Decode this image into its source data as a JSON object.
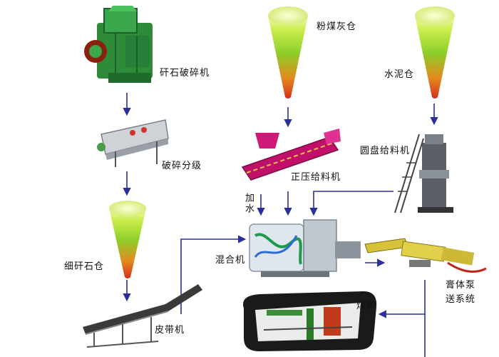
{
  "labels": {
    "crusher": "矸石破碎机",
    "screen": "破碎分级",
    "fine_silo": "细矸石仓",
    "belt": "皮带机",
    "flyash_silo": "粉煤灰仓",
    "cement_silo": "水泥仓",
    "screw_feeder": "正压给料机",
    "disc_feeder": "圆盘给料机",
    "add_water": "加水",
    "mixer": "混合机",
    "pump_line1": "膏体泵",
    "pump_line2": "送系统",
    "coal_mine": "煤矿"
  },
  "colors": {
    "arrow": "#2b2f9c",
    "silo_top": "#e9f59a",
    "silo_mid": "#8ccf2a",
    "silo_bottom": "#d4301a",
    "crusher_green": "#2e8b3a",
    "feeder_magenta": "#c0106a"
  }
}
